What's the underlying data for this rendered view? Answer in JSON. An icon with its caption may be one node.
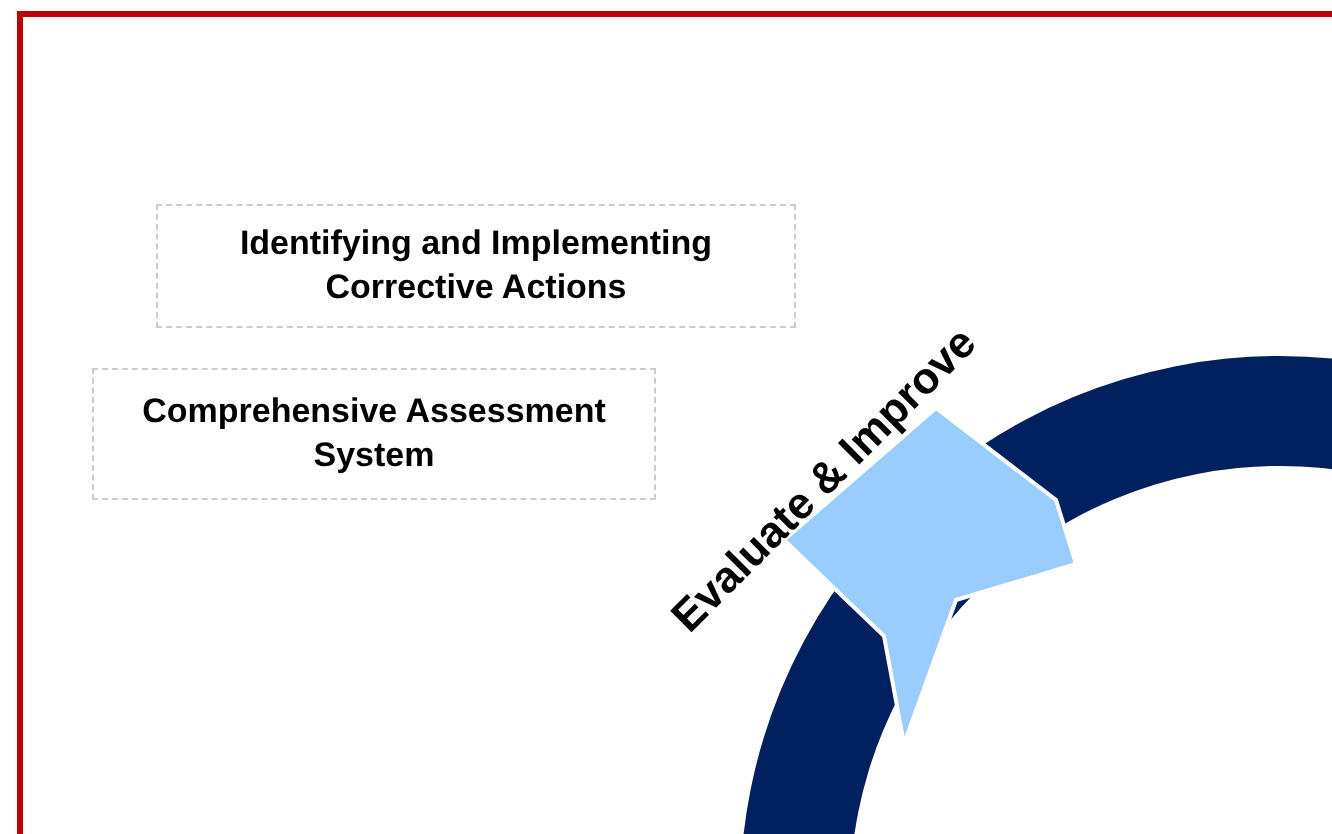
{
  "diagram": {
    "nodes": [
      {
        "text": [
          "Identifying and Implementing Corrective Actions"
        ]
      },
      {
        "text": [
          "Comprehensive Assessment System"
        ]
      }
    ],
    "labels": [
      "Evaluate & Improve"
    ]
  }
}
